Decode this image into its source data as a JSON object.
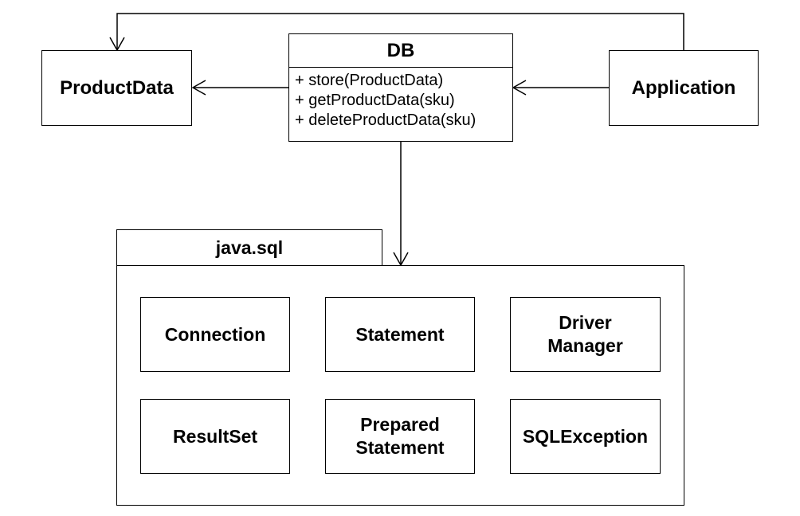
{
  "classes": {
    "product_data": {
      "name": "ProductData"
    },
    "application": {
      "name": "Application"
    },
    "db": {
      "name": "DB",
      "operations": [
        "+ store(ProductData)",
        "+ getProductData(sku)",
        "+ deleteProductData(sku)"
      ]
    }
  },
  "package": {
    "name": "java.sql",
    "classes": [
      [
        "Connection"
      ],
      [
        "Statement"
      ],
      [
        "Driver",
        "Manager"
      ],
      [
        "ResultSet"
      ],
      [
        "Prepared",
        "Statement"
      ],
      [
        "SQLException"
      ]
    ]
  },
  "relationships": [
    {
      "from": "DB",
      "to": "ProductData",
      "kind": "dependency"
    },
    {
      "from": "Application",
      "to": "DB",
      "kind": "dependency"
    },
    {
      "from": "Application",
      "to": "ProductData",
      "kind": "dependency"
    },
    {
      "from": "DB",
      "to": "java.sql",
      "kind": "dependency"
    }
  ],
  "colors": {
    "stroke": "#000000",
    "background": "#ffffff"
  }
}
